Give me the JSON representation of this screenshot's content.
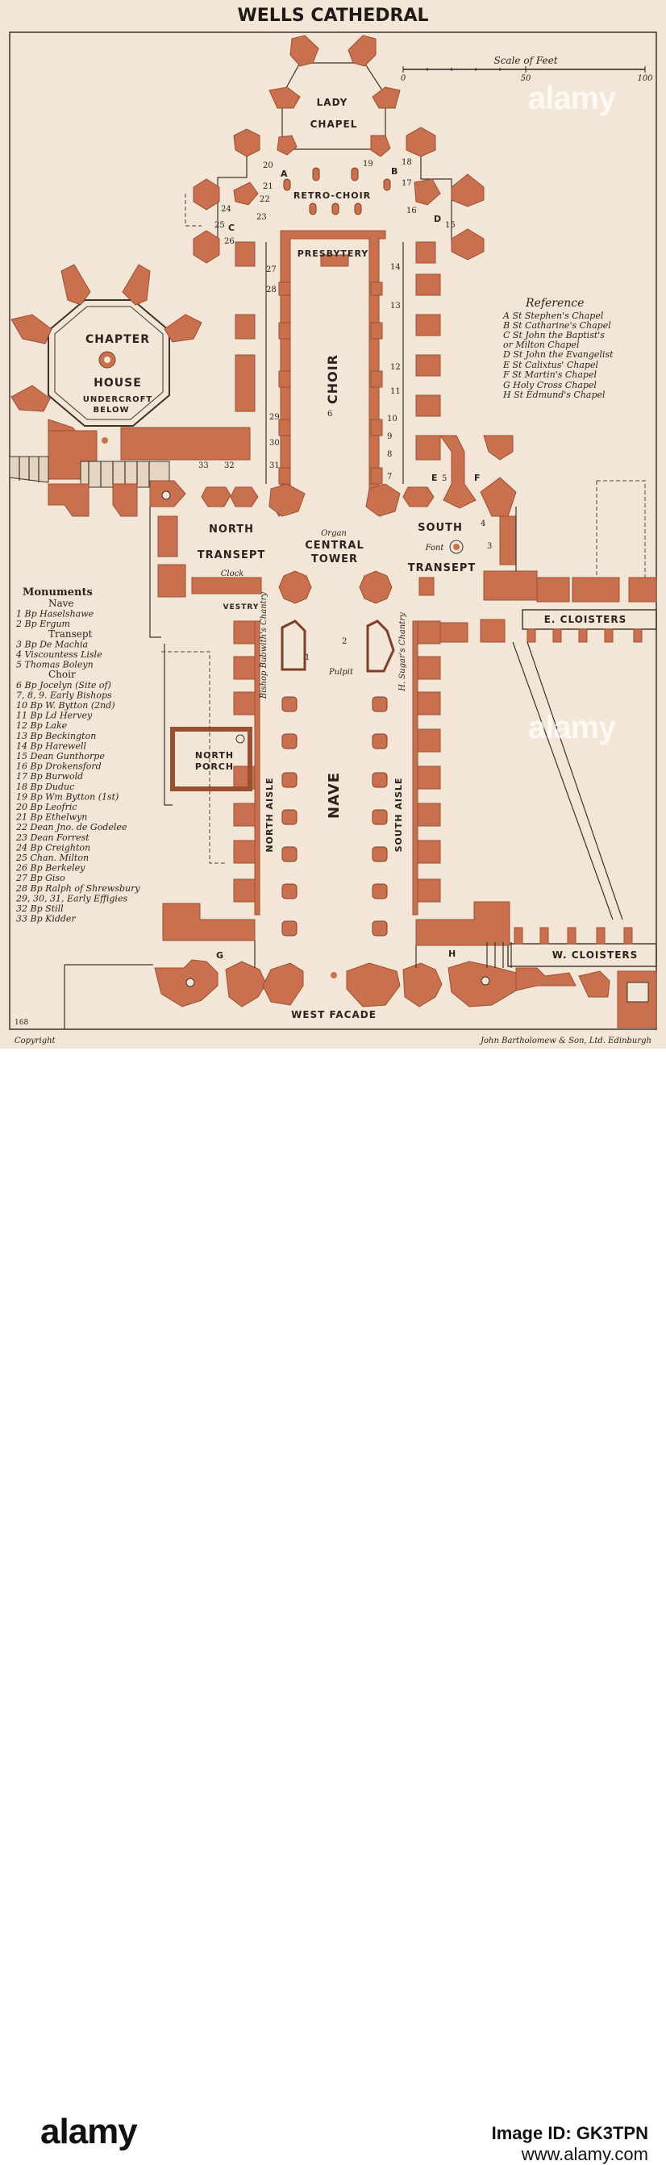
{
  "title": "WELLS CATHEDRAL",
  "scale": {
    "label": "Scale of Feet",
    "ticks": [
      "0",
      "50",
      "100"
    ]
  },
  "areas": {
    "lady_chapel": [
      "LADY",
      "CHAPEL"
    ],
    "retro_choir": "RETRO-CHOIR",
    "presbytery": "PRESBYTERY",
    "choir": "CHOIR",
    "chapter_house": [
      "CHAPTER",
      "HOUSE",
      "UNDERCROFT",
      "BELOW"
    ],
    "north_transept": [
      "NORTH",
      "TRANSEPT"
    ],
    "south_transept": [
      "SOUTH",
      "TRANSEPT"
    ],
    "central_tower": [
      "CENTRAL",
      "TOWER"
    ],
    "organ": "Organ",
    "font": "Font",
    "clock": "Clock",
    "vestry": "VESTRY",
    "pulpit": "Pulpit",
    "bubwith": "Bishop Bubwith's Chantry",
    "sugar": "H. Sugar's Chantry",
    "north_porch": [
      "NORTH",
      "PORCH"
    ],
    "nave": "NAVE",
    "north_aisle": "NORTH AISLE",
    "south_aisle": "SOUTH AISLE",
    "e_cloisters": "E. CLOISTERS",
    "w_cloisters": "W. CLOISTERS",
    "west_facade": "WEST FACADE"
  },
  "chapel_letters": [
    "A",
    "B",
    "C",
    "D",
    "E",
    "F",
    "G",
    "H"
  ],
  "reference": {
    "heading": "Reference",
    "items": [
      "A  St Stephen's Chapel",
      "B  St Catharine's Chapel",
      "C  St John the Baptist's",
      "    or Milton Chapel",
      "D  St John the Evangelist",
      "E  St Calixtus' Chapel",
      "F  St Martin's Chapel",
      "G  Holy Cross Chapel",
      "H  St Edmund's Chapel"
    ]
  },
  "monuments": {
    "heading": "Monuments",
    "lines": [
      {
        "text": "Nave",
        "kind": "section"
      },
      {
        "text": "1 Bp Haselshawe",
        "kind": "item"
      },
      {
        "text": "2 Bp Ergum",
        "kind": "item"
      },
      {
        "text": "Transept",
        "kind": "section"
      },
      {
        "text": "3 Bp De Machia",
        "kind": "item"
      },
      {
        "text": "4 Viscountess Lisle",
        "kind": "item"
      },
      {
        "text": "5 Thomas Boleyn",
        "kind": "item"
      },
      {
        "text": "Choir",
        "kind": "section"
      },
      {
        "text": "6 Bp Jocelyn (Site of)",
        "kind": "item"
      },
      {
        "text": "7, 8, 9. Early Bishops",
        "kind": "item"
      },
      {
        "text": "10 Bp W. Bytton (2nd)",
        "kind": "item"
      },
      {
        "text": "11 Bp Ld Hervey",
        "kind": "item"
      },
      {
        "text": "12 Bp Lake",
        "kind": "item"
      },
      {
        "text": "13 Bp Beckington",
        "kind": "item"
      },
      {
        "text": "14 Bp Harewell",
        "kind": "item"
      },
      {
        "text": "15 Dean Gunthorpe",
        "kind": "item"
      },
      {
        "text": "16 Bp Drokensford",
        "kind": "item"
      },
      {
        "text": "17 Bp Burwold",
        "kind": "item"
      },
      {
        "text": "18 Bp Duduc",
        "kind": "item"
      },
      {
        "text": "19 Bp Wm Bytton (1st)",
        "kind": "item"
      },
      {
        "text": "20 Bp Leofric",
        "kind": "item"
      },
      {
        "text": "21 Bp Ethelwyn",
        "kind": "item"
      },
      {
        "text": "22 Dean Jno. de Godelee",
        "kind": "item"
      },
      {
        "text": "23 Dean Forrest",
        "kind": "item"
      },
      {
        "text": "24 Bp Creighton",
        "kind": "item"
      },
      {
        "text": "25 Chan. Milton",
        "kind": "item"
      },
      {
        "text": "26 Bp Berkeley",
        "kind": "item"
      },
      {
        "text": "27 Bp Giso",
        "kind": "item"
      },
      {
        "text": "28 Bp Ralph of Shrewsbury",
        "kind": "item"
      },
      {
        "text": "29, 30, 31, Early Effigies",
        "kind": "item"
      },
      {
        "text": "32 Bp Still",
        "kind": "item"
      },
      {
        "text": "33 Bp Kidder",
        "kind": "item"
      }
    ]
  },
  "monument_numbers": [
    "1",
    "2",
    "3",
    "4",
    "5",
    "6",
    "7",
    "8",
    "9",
    "10",
    "11",
    "12",
    "13",
    "14",
    "15",
    "16",
    "17",
    "18",
    "19",
    "20",
    "21",
    "22",
    "23",
    "24",
    "25",
    "26",
    "27",
    "28",
    "29",
    "30",
    "31",
    "32",
    "33"
  ],
  "plate_number": "168",
  "copyright": "Copyright",
  "publisher": "John Bartholomew & Son, Ltd. Edinburgh",
  "watermark": "alamy",
  "footer": {
    "brand": "alamy",
    "image_id": "Image ID: GK3TPN",
    "site": "www.alamy.com"
  },
  "colors": {
    "paper": "#f3e6d6",
    "wall": "#c9714f",
    "ink": "#2a231f"
  }
}
